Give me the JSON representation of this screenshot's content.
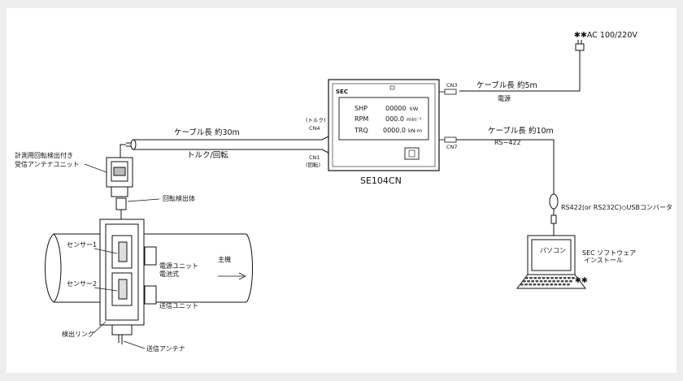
{
  "power": {
    "label": "✱✱AC 100/220V"
  },
  "cables": {
    "power": "ケーブル長 約5m",
    "power_sub": "電源",
    "sensor": "ケーブル長 約30m",
    "sensor_sub": "トルク/回転",
    "serial": "ケーブル長 約10m",
    "serial_sub": "RS−422"
  },
  "display_unit": {
    "brand": "SEC",
    "model": "SE104CN",
    "readouts": [
      {
        "name": "SHP",
        "value": "00000",
        "unit": "kW"
      },
      {
        "name": "RPM",
        "value": "000.0",
        "unit": "min⁻¹"
      },
      {
        "name": "TRQ",
        "value": "0000.0",
        "unit": "kN·m"
      }
    ],
    "connectors": {
      "cn3": "CN3",
      "cn4_top": "(トルク)",
      "cn4": "CN4",
      "cn1": "CN1",
      "cn1_sub": "(回転)",
      "cn7": "CN7"
    }
  },
  "converter": {
    "label": "RS422(or RS232C)◇USBコンバータ"
  },
  "pc": {
    "screen": "パソコン",
    "software_line1": "SEC ソフトウェア",
    "software_line2": "インストール",
    "mark": "✱✱"
  },
  "sensor_side": {
    "antenna_unit_line1": "計測用回転検出付き",
    "antenna_unit_line2": "受信アンテナユニット",
    "rotation_detector": "回転検出体",
    "sensor1": "センサー1",
    "sensor2": "センサー2",
    "power_unit_line1": "電源ユニット",
    "power_unit_line2": "電池式",
    "transmit_unit": "送信ユニット",
    "detection_ring": "検出リング",
    "transmit_antenna": "送信アンテナ",
    "main_engine": "主機"
  }
}
